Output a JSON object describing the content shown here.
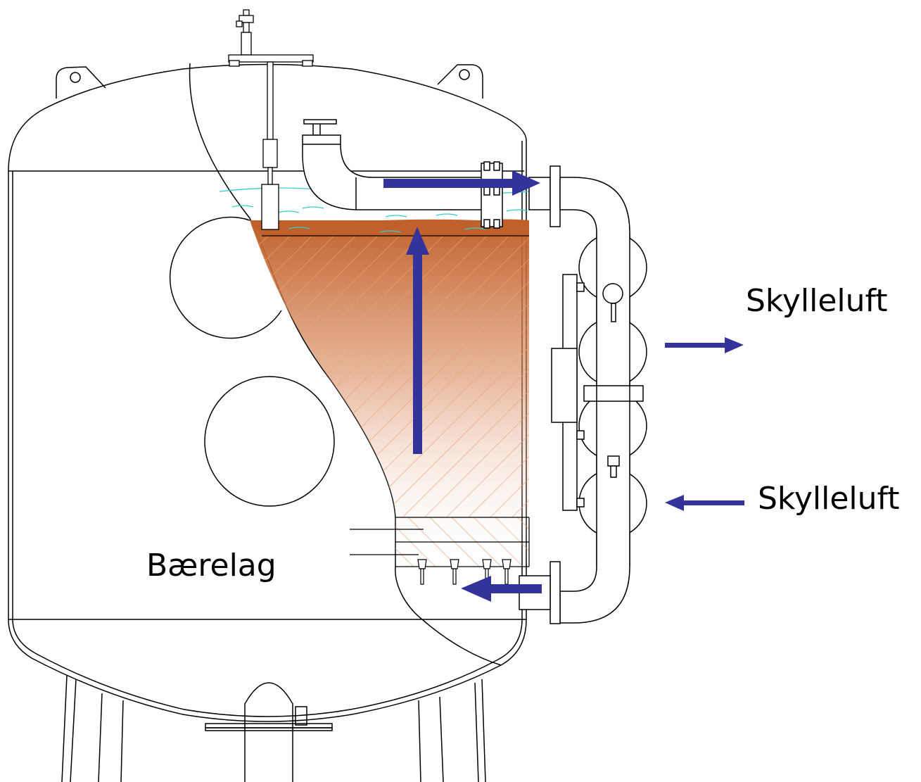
{
  "labels": {
    "air_out": "Skylleluft",
    "air_in": "Skylleluft",
    "support_layer": "Bærelag"
  },
  "colors": {
    "outline": "#000000",
    "flow_arrow": "#333399",
    "water": "#33cccc",
    "sludge": "#c0612b",
    "hatch": "#f0a070"
  }
}
